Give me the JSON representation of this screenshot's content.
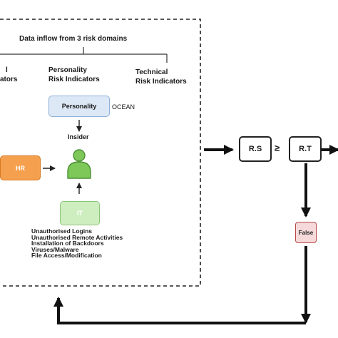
{
  "header": {
    "title": "Data inflow from 3 risk domains"
  },
  "domains": {
    "left_partial_line1": "l",
    "left_partial_line2": "ators",
    "personality_line1": "Personality",
    "personality_line2": "Risk Indicators",
    "technical_line1": "Technical",
    "technical_line2": "Risk Indicators"
  },
  "nodes": {
    "personality_box": "Personality",
    "ocean": "OCEAN",
    "insider": "Insider",
    "hr": "HR",
    "it": "IT",
    "rs": "R.S",
    "geq": "≥",
    "rt": "R.T",
    "false": "False"
  },
  "it_activities": [
    "Unauthorised Logins",
    "Unauthorised Remote Activities",
    "Installation of Backdoors",
    "Viruses/Malware",
    "File Access/Modification"
  ],
  "colors": {
    "personality_fill": "#dce8f6",
    "personality_border": "#8fb0d8",
    "hr_fill": "#f5a04e",
    "hr_border": "#d67a22",
    "it_fill": "#cfeec0",
    "it_border": "#8cc47a",
    "person_fill": "#7ec85a",
    "person_border": "#4c8f36",
    "false_fill": "#f6dada",
    "false_border": "#b74747"
  }
}
